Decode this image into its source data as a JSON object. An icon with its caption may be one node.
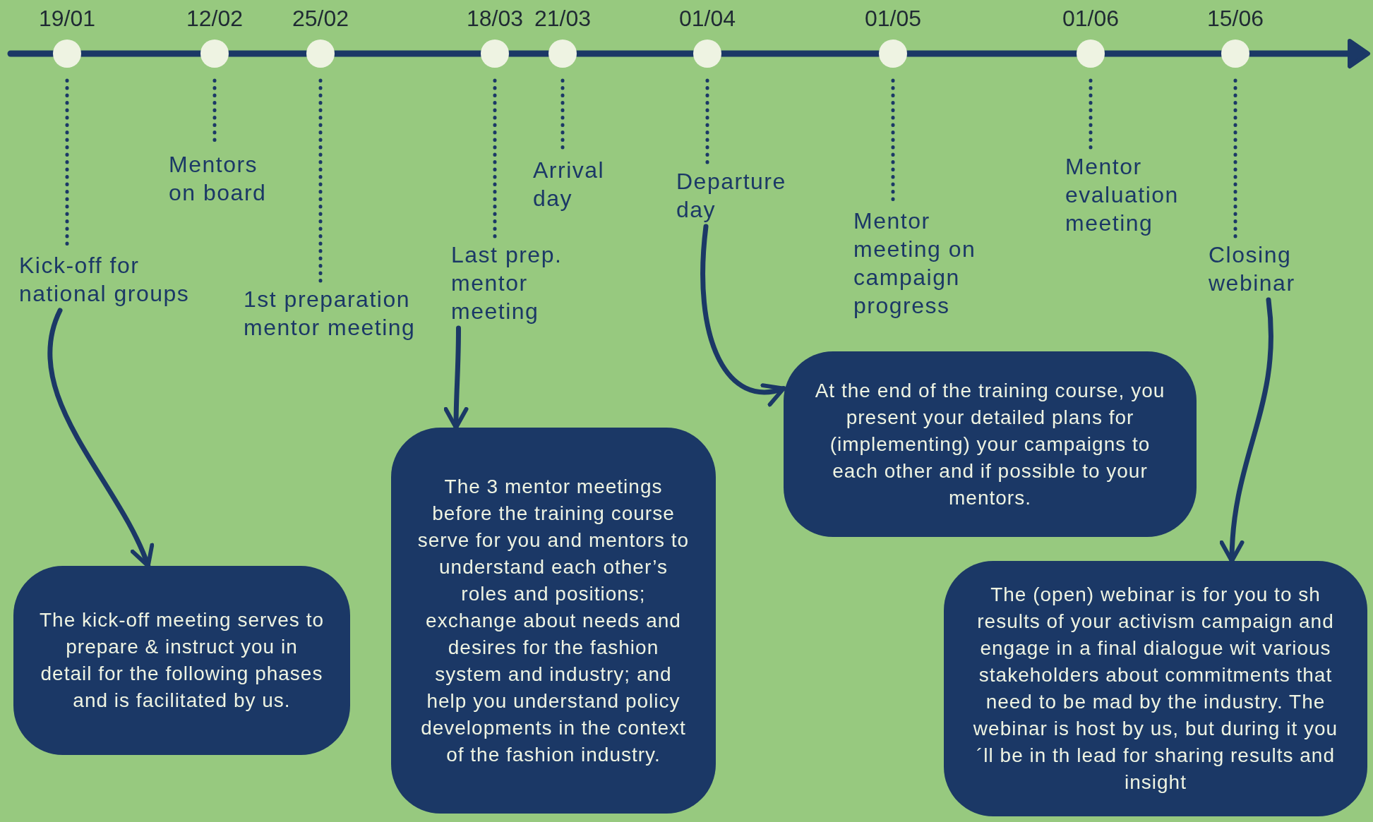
{
  "diagram": {
    "nodes": [
      {
        "text": [],
        "shape": "circle",
        "beside": [
          "19/01"
        ]
      },
      {
        "text": [],
        "shape": "circle",
        "beside": [
          "12/02"
        ]
      },
      {
        "text": [],
        "shape": "circle",
        "beside": [
          "25/02"
        ]
      },
      {
        "text": [],
        "shape": "circle",
        "beside": [
          "18/03"
        ]
      },
      {
        "text": [],
        "shape": "circle",
        "beside": [
          "21/03"
        ]
      },
      {
        "text": [],
        "shape": "circle",
        "beside": [
          "01/04"
        ]
      },
      {
        "text": [],
        "shape": "circle",
        "beside": [
          "01/05"
        ]
      },
      {
        "text": [],
        "shape": "circle",
        "beside": [
          "01/06"
        ]
      },
      {
        "text": [],
        "shape": "circle",
        "beside": [
          "15/06"
        ]
      },
      {
        "text": [
          "Kick-off for national groups"
        ]
      },
      {
        "text": [
          "Mentors on board"
        ]
      },
      {
        "text": [
          "1st preparation mentor meeting"
        ]
      },
      {
        "text": [
          "Last prep. mentor meeting"
        ]
      },
      {
        "text": [
          "Arrival day"
        ]
      },
      {
        "text": [
          "Departure day"
        ]
      },
      {
        "text": [
          "Mentor meeting on campaign progress"
        ]
      },
      {
        "text": [
          "Mentor evaluation meeting"
        ]
      },
      {
        "text": [
          "Closing webinar"
        ]
      },
      {
        "text": [
          "The kick-off meeting serves to prepare & instruct you in detail for the following phases and is facilitated by us."
        ]
      },
      {
        "text": [
          "The 3 mentor meetings before the training course serve for you and mentors to understand each other’s roles and positions; exchange about needs and desires for the fashion system and industry; and help you understand policy developments in the context of the fashion industry."
        ]
      },
      {
        "text": [
          "At the end of the training course, you present your detailed plans for (implementing) your campaigns to each other and if possible to your mentors."
        ]
      },
      {
        "text": [
          "The (open) webinar is for you to sh results of your activism campaign and engage in a final dialogue wit various stakeholders about commitments that need to be mad by the industry. The webinar is host by us, but during it you´ll be in th lead for sharing results and insight"
        ]
      }
    ],
    "edges": [
      {
        "from": 0,
        "to": 9,
        "arrow": "none",
        "style": "dashed"
      },
      {
        "from": 1,
        "to": 10,
        "arrow": "none",
        "style": "dashed"
      },
      {
        "from": 2,
        "to": 11,
        "arrow": "none",
        "style": "dashed"
      },
      {
        "from": 3,
        "to": 12,
        "arrow": "none",
        "style": "dashed"
      },
      {
        "from": 4,
        "to": 13,
        "arrow": "none",
        "style": "dashed"
      },
      {
        "from": 5,
        "to": 14,
        "arrow": "none",
        "style": "dashed"
      },
      {
        "from": 6,
        "to": 15,
        "arrow": "none",
        "style": "dashed"
      },
      {
        "from": 7,
        "to": 16,
        "arrow": "none",
        "style": "dashed"
      },
      {
        "from": 8,
        "to": 17,
        "arrow": "none",
        "style": "dashed"
      },
      {
        "from": 9,
        "to": 18,
        "arrow": "to"
      },
      {
        "from": 12,
        "to": 19,
        "arrow": "to"
      },
      {
        "from": 14,
        "to": 20,
        "arrow": "to"
      },
      {
        "from": 17,
        "to": 21,
        "arrow": "to"
      }
    ]
  }
}
